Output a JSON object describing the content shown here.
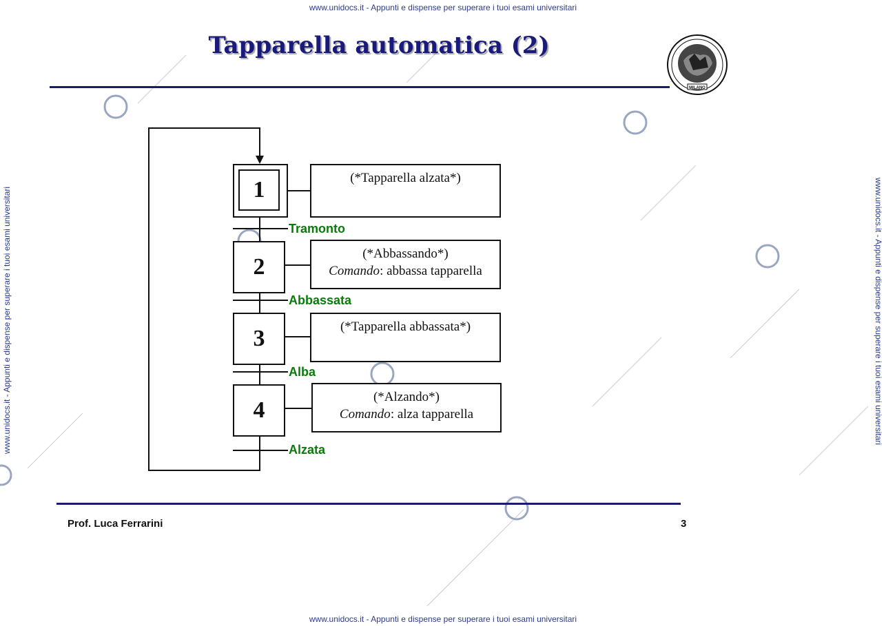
{
  "watermark": {
    "top": "www.unidocs.it - Appunti e dispense per superare i tuoi esami universitari",
    "bottom": "www.unidocs.it - Appunti e dispense per superare i tuoi esami universitari",
    "left": "www.unidocs.it - Appunti e dispense per superare i tuoi esami universitari",
    "right": "www.unidocs.it - Appunti e dispense per superare i tuoi esami universitari"
  },
  "slide": {
    "title": "Tapparella automatica (2)",
    "author": "Prof. Luca Ferrarini",
    "page_number": "3",
    "logo_text": "MILANO"
  },
  "diagram": {
    "steps": [
      {
        "number": "1",
        "initial": true,
        "action_line1": "(*Tapparella alzata*)",
        "action_em": "",
        "action_rest": ""
      },
      {
        "number": "2",
        "initial": false,
        "action_line1": "(*Abbassando*)",
        "action_em": "Comando",
        "action_rest": ": abbassa tapparella"
      },
      {
        "number": "3",
        "initial": false,
        "action_line1": "(*Tapparella abbassata*)",
        "action_em": "",
        "action_rest": ""
      },
      {
        "number": "4",
        "initial": false,
        "action_line1": "(*Alzando*)",
        "action_em": "Comando",
        "action_rest": ": alza tapparella"
      }
    ],
    "transitions": [
      {
        "label": "Tramonto"
      },
      {
        "label": "Abbassata"
      },
      {
        "label": "Alba"
      },
      {
        "label": "Alzata"
      }
    ]
  },
  "colors": {
    "title": "#1a1a7a",
    "rule": "#1a1a70",
    "transition_label": "#0a7a0a",
    "watermark": "#2b3b8c"
  }
}
